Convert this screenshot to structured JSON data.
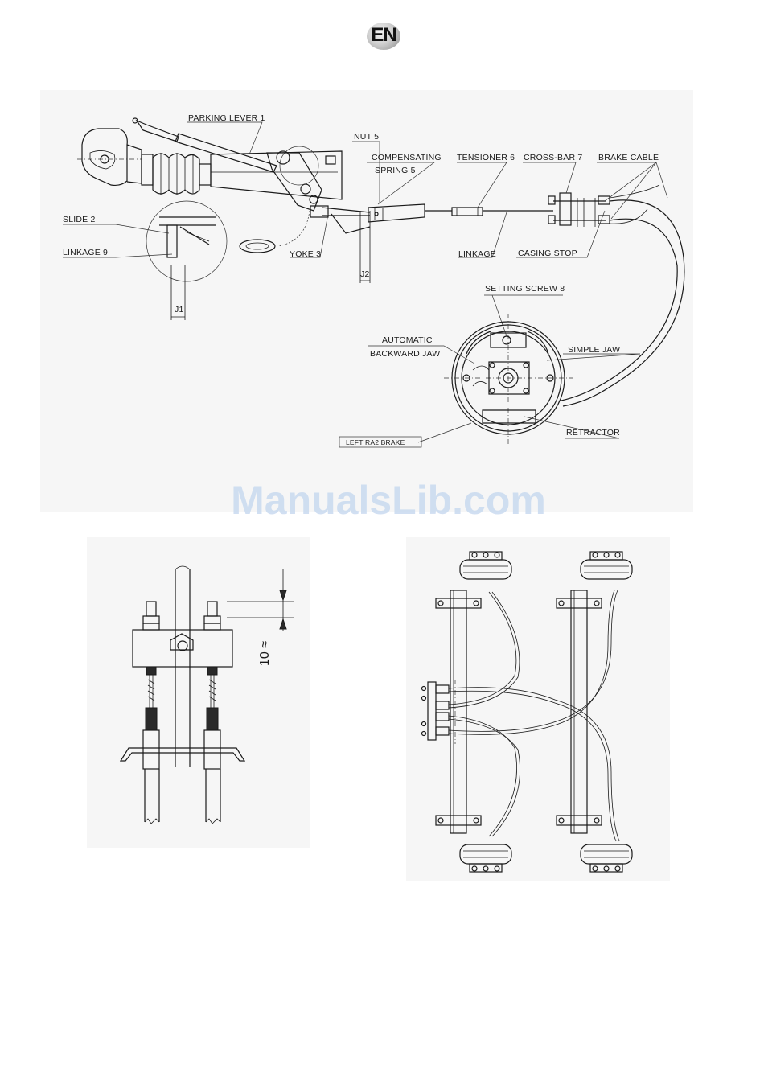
{
  "header": {
    "language_badge": "EN"
  },
  "watermark": {
    "text": "ManualsLib.com"
  },
  "main_diagram": {
    "labels": {
      "parking_lever": "PARKING LEVER 1",
      "nut": "NUT 5",
      "compensating_1": "COMPENSATING",
      "compensating_2": "SPRING 5",
      "tensioner": "TENSIONER 6",
      "cross_bar": "CROSS-BAR 7",
      "brake_cable": "BRAKE CABLE",
      "slide": "SLIDE 2",
      "linkage9": "LINKAGE 9",
      "yoke": "YOKE 3",
      "j2": "J2",
      "linkage": "LINKAGE",
      "casing_stop": "CASING STOP",
      "j1": "J1",
      "setting_screw": "SETTING SCREW 8",
      "automatic_1": "AUTOMATIC",
      "automatic_2": "BACKWARD JAW",
      "simple_jaw": "SIMPLE JAW",
      "retractor": "RETRACTOR",
      "left_brake": "LEFT RA2 BRAKE"
    }
  },
  "cross_bar_detail": {
    "dimension": "10 ≈"
  },
  "axle_diagram": {}
}
